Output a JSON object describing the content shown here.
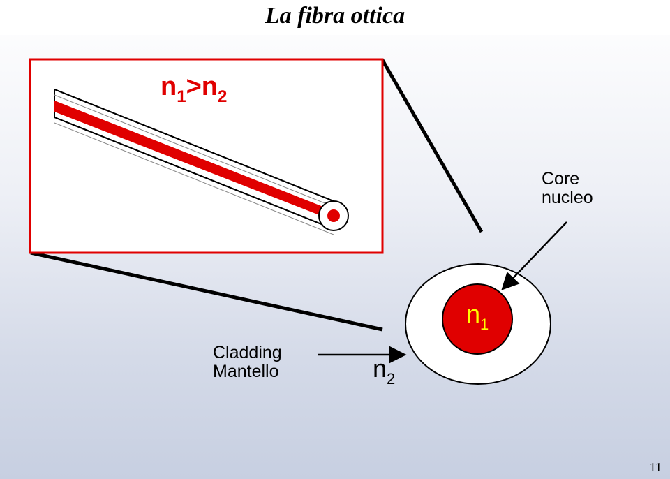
{
  "title": "La fibra ottica",
  "condition": {
    "n1": "n",
    "n1_sub": "1",
    "op": ">",
    "n2": "n",
    "n2_sub": "2"
  },
  "core_label": {
    "line1": "Core",
    "line2": "nucleo"
  },
  "cladding_label": {
    "line1": "Cladding",
    "line2": "Mantello"
  },
  "core_index": {
    "base": "n",
    "sub": "1"
  },
  "cladding_index": {
    "base": "n",
    "sub": "2"
  },
  "page_number": "11",
  "colors": {
    "frame": "#e00000",
    "core": "#e00000",
    "cladding": "#ffffff",
    "n1_text": "#ffff00",
    "arrow": "#000000"
  }
}
